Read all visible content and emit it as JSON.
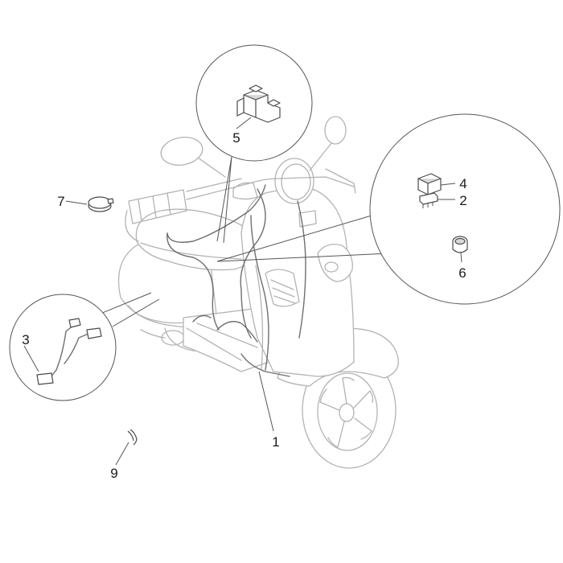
{
  "diagram": {
    "callouts": [
      {
        "id": "c1",
        "text": "1"
      },
      {
        "id": "c2",
        "text": "2"
      },
      {
        "id": "c3",
        "text": "3"
      },
      {
        "id": "c4",
        "text": "4"
      },
      {
        "id": "c5",
        "text": "5"
      },
      {
        "id": "c6",
        "text": "6"
      },
      {
        "id": "c7",
        "text": "7"
      },
      {
        "id": "c9",
        "text": "9"
      }
    ]
  }
}
